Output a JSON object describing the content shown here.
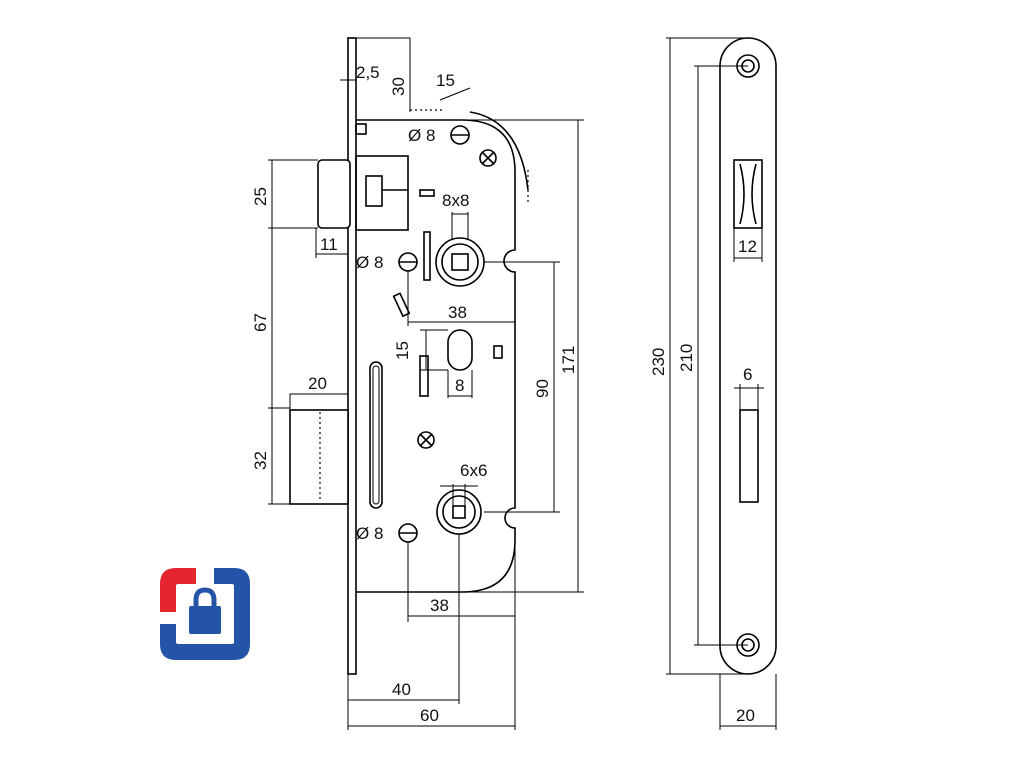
{
  "dimensions": {
    "d_2_5": "2,5",
    "d_30": "30",
    "d_15_top": "15",
    "d_hole_top": "Ø 8",
    "d_hole_mid": "Ø 8",
    "d_hole_bot": "Ø 8",
    "d_8x8": "8x8",
    "d_25": "25",
    "d_11": "11",
    "d_67": "67",
    "d_38_top": "38",
    "d_15_slot": "15",
    "d_8_slot": "8",
    "d_20_bolt": "20",
    "d_32": "32",
    "d_90": "90",
    "d_171": "171",
    "d_6x6": "6x6",
    "d_38_bot": "38",
    "d_40": "40",
    "d_60": "60",
    "d_230": "230",
    "d_210": "210",
    "d_12": "12",
    "d_6": "6",
    "d_20_plate": "20"
  },
  "logo": {
    "red": "#e3262e",
    "blue": "#2354a8",
    "icon": "padlock-icon"
  }
}
